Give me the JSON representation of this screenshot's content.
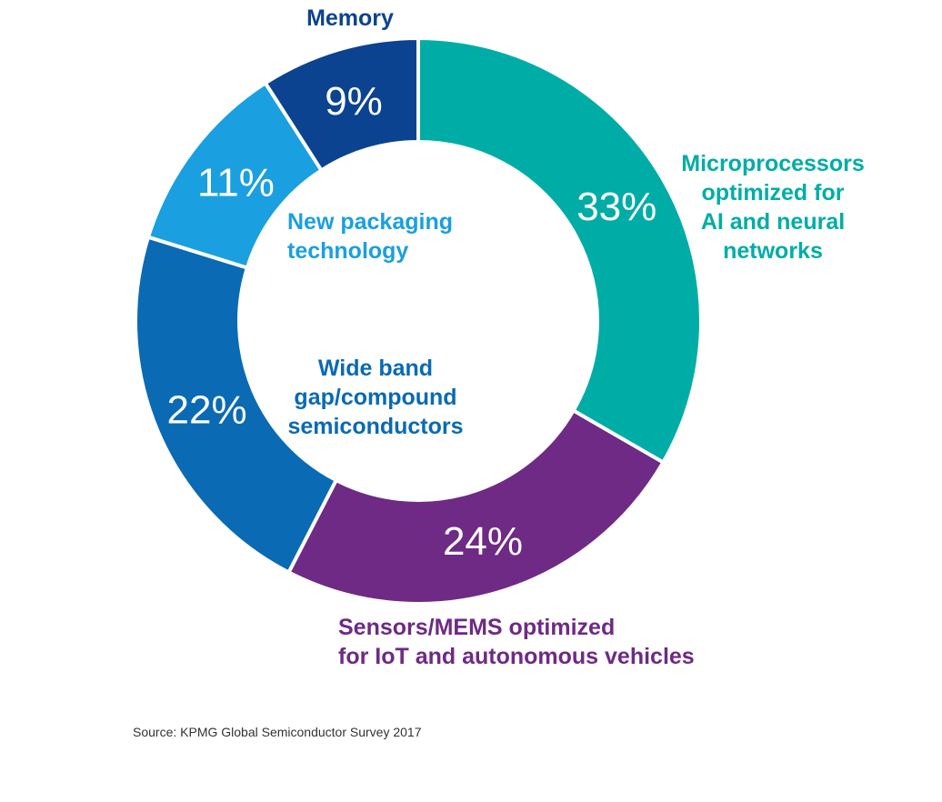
{
  "chart_data": {
    "type": "pie",
    "variant": "donut",
    "categories": [
      "Microprocessors optimized for AI and neural networks",
      "Sensors/MEMS optimized for IoT and autonomous vehicles",
      "Wide band gap/compound semiconductors",
      "New packaging technology",
      "Memory"
    ],
    "values": [
      33,
      24,
      22,
      11,
      9
    ],
    "value_labels": [
      "33%",
      "24%",
      "22%",
      "11%",
      "9%"
    ],
    "label_lines": [
      [
        "Microprocessors",
        "optimized for",
        "AI and neural",
        "networks"
      ],
      [
        "Sensors/MEMS optimized",
        "for IoT and autonomous vehicles"
      ],
      [
        "Wide band",
        "gap/compound",
        "semiconductors"
      ],
      [
        "New packaging",
        "technology"
      ],
      [
        "Memory"
      ]
    ],
    "colors": [
      "#00ADA6",
      "#6E2A84",
      "#0A6AB4",
      "#1A9FE0",
      "#0B4390"
    ],
    "start": "12 o'clock",
    "direction": "clockwise",
    "legend": "none"
  },
  "source": "Source: KPMG Global Semiconductor Survey 2017"
}
